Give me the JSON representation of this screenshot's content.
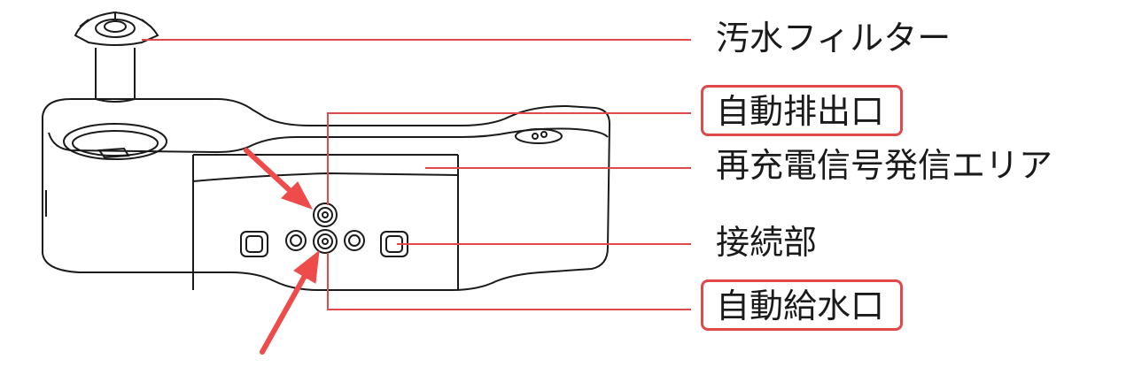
{
  "labels": {
    "sewage_filter": "汚水フィルター",
    "auto_drain_port": "自動排出口",
    "charging_signal_area": "再充電信号発信エリア",
    "connection_part": "接続部",
    "auto_water_inlet": "自動給水口"
  },
  "highlighted": [
    "auto_drain_port",
    "auto_water_inlet"
  ],
  "colors": {
    "line": "#1a1a1a",
    "leader": "#e0484a",
    "highlight_border": "#e0484a",
    "arrow": "#ee4b4b"
  }
}
